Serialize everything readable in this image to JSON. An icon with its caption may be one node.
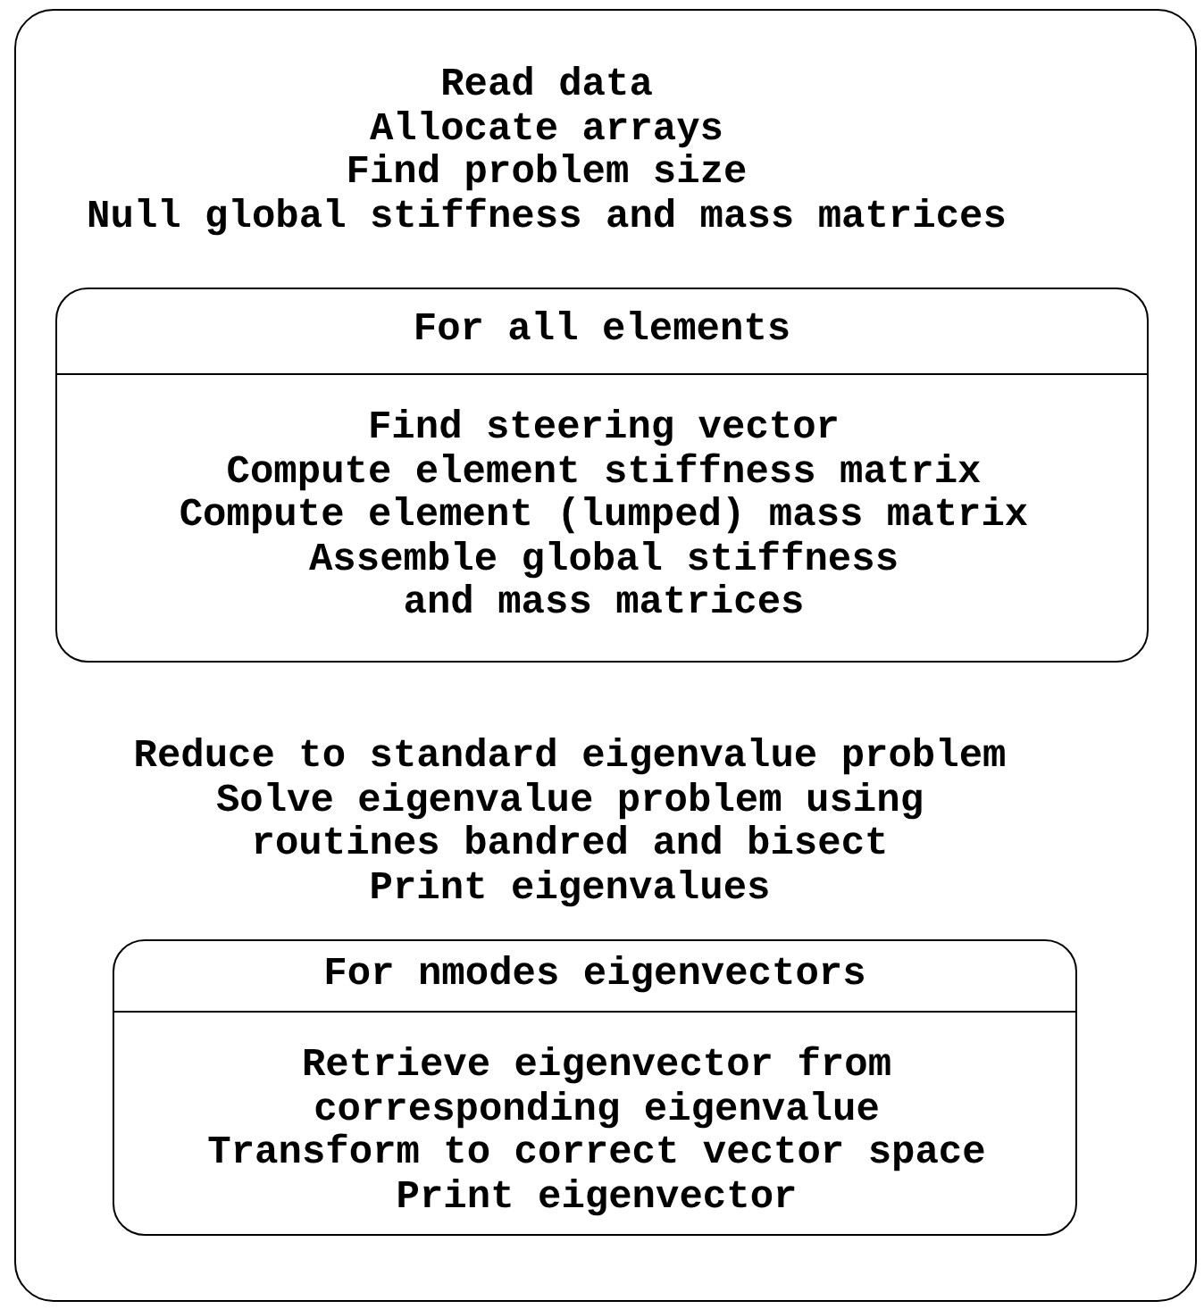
{
  "diagram": {
    "nodes": [
      {
        "text": [
          "Read data",
          "Allocate arrays",
          "Find problem size",
          "Null global stiffness and mass matrices",
          "Reduce to standard eigenvalue problem",
          "Solve eigenvalue problem using routines bandred and bisect",
          "Print eigenvalues"
        ]
      },
      {
        "text": [
          "For all elements",
          "Find steering vector",
          "Compute element stiffness matrix",
          "Compute element (lumped) mass matrix",
          "Assemble global stiffness and mass matrices"
        ],
        "in": 0
      },
      {
        "text": [
          "For nmodes eigenvectors",
          "Retrieve eigenvector from corresponding eigenvalue",
          "Transform to correct vector space",
          "Print eigenvector"
        ],
        "in": 0
      }
    ]
  }
}
